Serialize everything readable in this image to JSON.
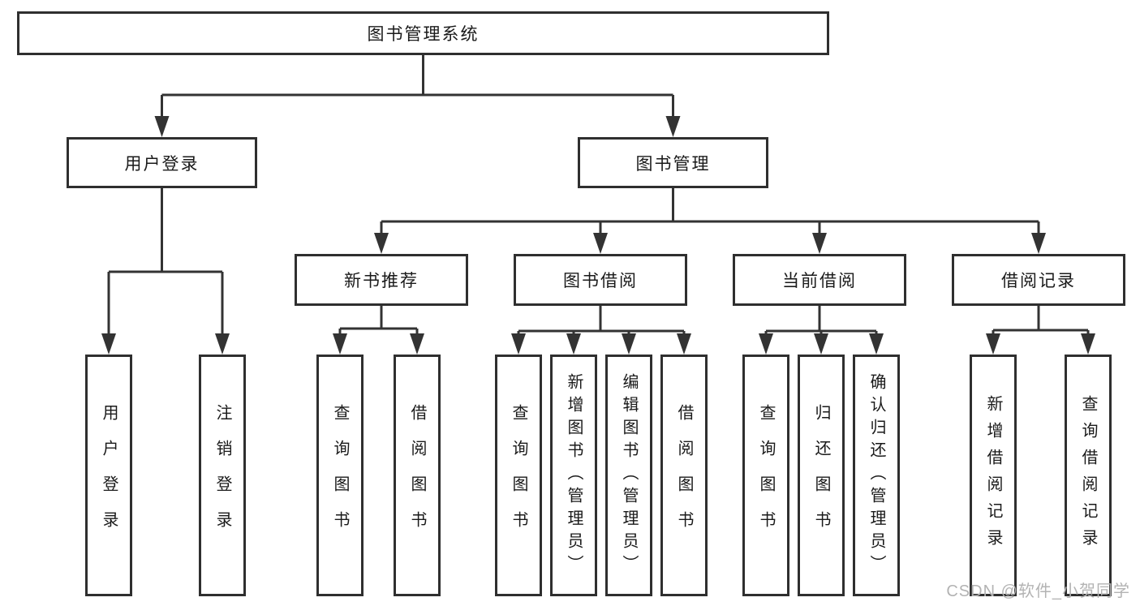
{
  "tree": {
    "root": "图书管理系统",
    "level2": {
      "user_login": "用户登录",
      "book_management": "图书管理"
    },
    "level3": {
      "new_book_recommend": "新书推荐",
      "book_borrow": "图书借阅",
      "current_borrow": "当前借阅",
      "borrow_record": "借阅记录"
    },
    "leaves": {
      "user_login": [
        "用户登录",
        "注销登录"
      ],
      "new_book_recommend": [
        "查询图书",
        "借阅图书"
      ],
      "book_borrow": [
        "查询图书",
        "新增图书（管理员）",
        "编辑图书（管理员）",
        "借阅图书"
      ],
      "current_borrow": [
        "查询图书",
        "归还图书",
        "确认归还（管理员）"
      ],
      "borrow_record": [
        "新增借阅记录",
        "查询借阅记录"
      ]
    }
  },
  "watermark": "CSDN @软件_小贺同学",
  "colors": {
    "line": "#333333",
    "box_border": "#2f2f2f",
    "text": "#1a1a1a",
    "background": "#ffffff",
    "watermark": "#b3b3b3"
  }
}
